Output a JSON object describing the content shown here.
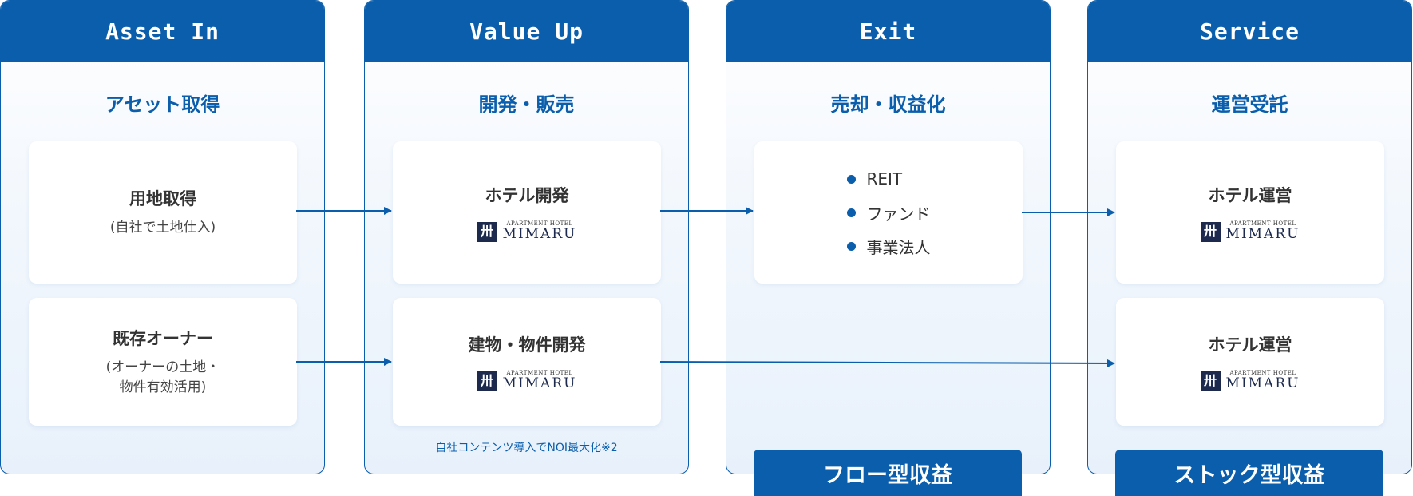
{
  "columns": [
    {
      "title": "Asset In",
      "subtitle": "アセット取得",
      "cards": [
        {
          "title": "用地取得",
          "text": "(自社で土地仕入)"
        },
        {
          "title": "既存オーナー",
          "text_lines": [
            "(オーナーの土地・",
            "物件有効活用)"
          ]
        }
      ]
    },
    {
      "title": "Value Up",
      "subtitle": "開発・販売",
      "cards": [
        {
          "title": "ホテル開発"
        },
        {
          "title": "建物・物件開発"
        }
      ],
      "note": "自社コンテンツ導入でNOI最大化※2"
    },
    {
      "title": "Exit",
      "subtitle": "売却・収益化",
      "bullets": [
        "REIT",
        "ファンド",
        "事業法人"
      ],
      "revenue_label": "フロー型収益"
    },
    {
      "title": "Service",
      "subtitle": "運営受託",
      "cards": [
        {
          "title": "ホテル運営"
        },
        {
          "title": "ホテル運営"
        }
      ],
      "revenue_label": "ストック型収益"
    }
  ],
  "logo": {
    "small": "APARTMENT HOTEL",
    "big": "MIMARU",
    "mark": "卅"
  },
  "colors": {
    "accent": "#0a5eac",
    "logo_navy": "#1d2a4d"
  }
}
